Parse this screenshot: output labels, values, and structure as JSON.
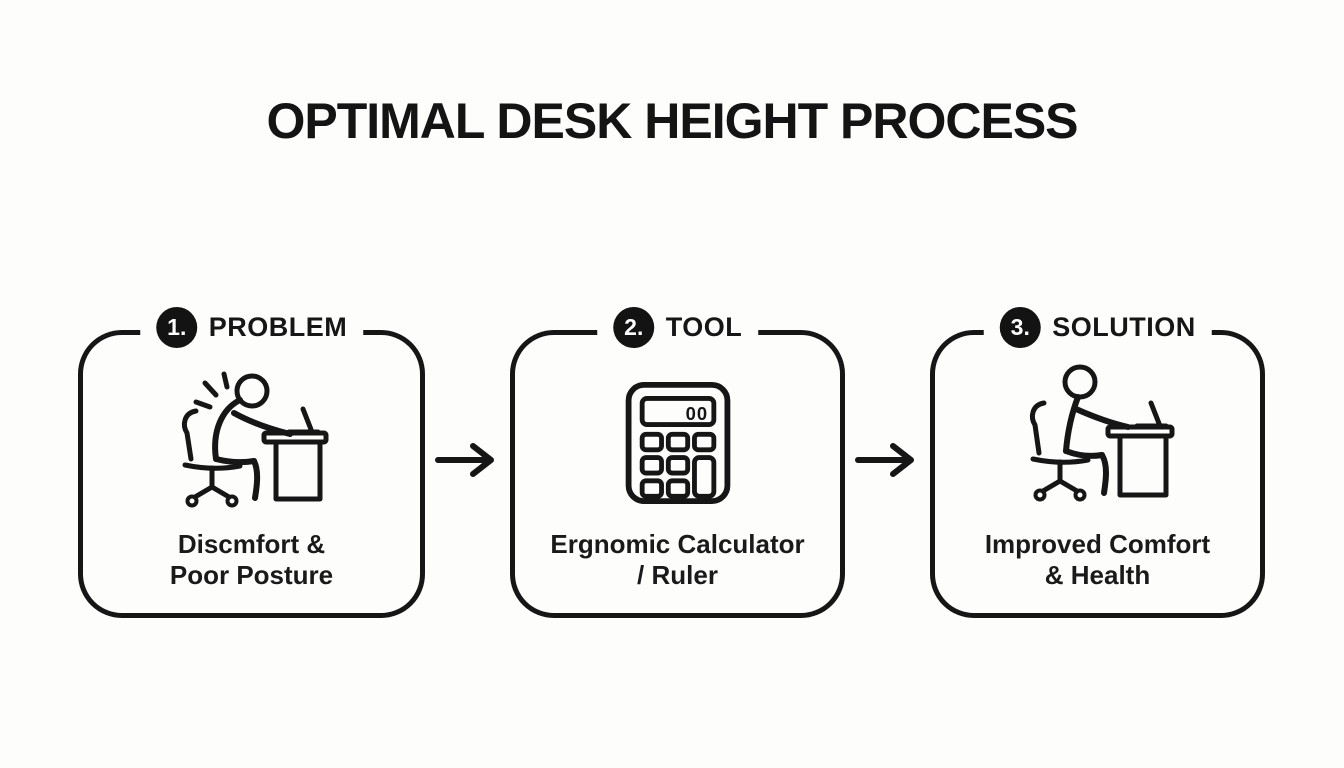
{
  "title": "OPTIMAL DESK HEIGHT PROCESS",
  "steps": [
    {
      "number": "1.",
      "label": "PROBLEM",
      "caption_line1": "Discmfort &",
      "caption_line2": "Poor Posture",
      "icon": "person-slouched-at-desk"
    },
    {
      "number": "2.",
      "label": "TOOL",
      "caption_line1": "Ergnomic Calculator",
      "caption_line2": "/ Ruler",
      "icon": "calculator"
    },
    {
      "number": "3.",
      "label": "SOLUTION",
      "caption_line1": "Improved Comfort",
      "caption_line2": "& Health",
      "icon": "person-upright-at-desk"
    }
  ],
  "calculator_display": "00",
  "colors": {
    "ink": "#161616",
    "background": "#fdfdfc",
    "badge_background": "#131313",
    "badge_text": "#ffffff"
  }
}
